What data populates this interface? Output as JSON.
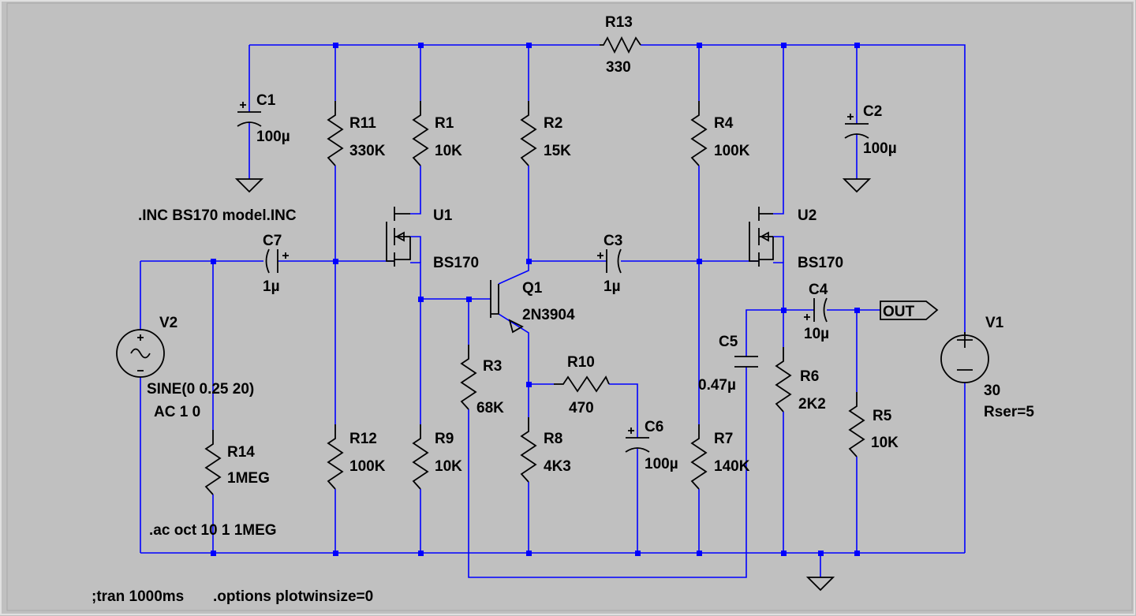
{
  "components": {
    "R13": {
      "ref": "R13",
      "value": "330"
    },
    "C1": {
      "ref": "C1",
      "value": "100µ"
    },
    "R11": {
      "ref": "R11",
      "value": "330K"
    },
    "R1": {
      "ref": "R1",
      "value": "10K"
    },
    "R2": {
      "ref": "R2",
      "value": "15K"
    },
    "R4": {
      "ref": "R4",
      "value": "100K"
    },
    "C2": {
      "ref": "C2",
      "value": "100µ"
    },
    "U1": {
      "ref": "U1",
      "value": "BS170"
    },
    "U2": {
      "ref": "U2",
      "value": "BS170"
    },
    "C7": {
      "ref": "C7",
      "value": "1µ"
    },
    "C3": {
      "ref": "C3",
      "value": "1µ"
    },
    "Q1": {
      "ref": "Q1",
      "value": "2N3904"
    },
    "C4": {
      "ref": "C4",
      "value": "10µ"
    },
    "V2": {
      "ref": "V2",
      "value": "SINE(0 0.25 20)",
      "value2": "AC 1 0"
    },
    "V1": {
      "ref": "V1",
      "value": "30",
      "value2": "Rser=5"
    },
    "C5": {
      "ref": "C5",
      "value": "0.47µ"
    },
    "R3": {
      "ref": "R3",
      "value": "68K"
    },
    "R10": {
      "ref": "R10",
      "value": "470"
    },
    "R6": {
      "ref": "R6",
      "value": "2K2"
    },
    "R5": {
      "ref": "R5",
      "value": "10K"
    },
    "C6": {
      "ref": "C6",
      "value": "100µ"
    },
    "R14": {
      "ref": "R14",
      "value": "1MEG"
    },
    "R12": {
      "ref": "R12",
      "value": "100K"
    },
    "R9": {
      "ref": "R9",
      "value": "10K"
    },
    "R8": {
      "ref": "R8",
      "value": "4K3"
    },
    "R7": {
      "ref": "R7",
      "value": "140K"
    }
  },
  "directives": {
    "include": ".INC BS170 model.INC",
    "ac": ".ac oct 10 1 1MEG",
    "tran": ";tran 1000ms",
    "options": ".options plotwinsize=0"
  },
  "net_labels": {
    "out": "OUT"
  },
  "colors": {
    "background": "#c0c0c0",
    "wire": "#0000ff",
    "component": "#000000",
    "text": "#000000"
  }
}
